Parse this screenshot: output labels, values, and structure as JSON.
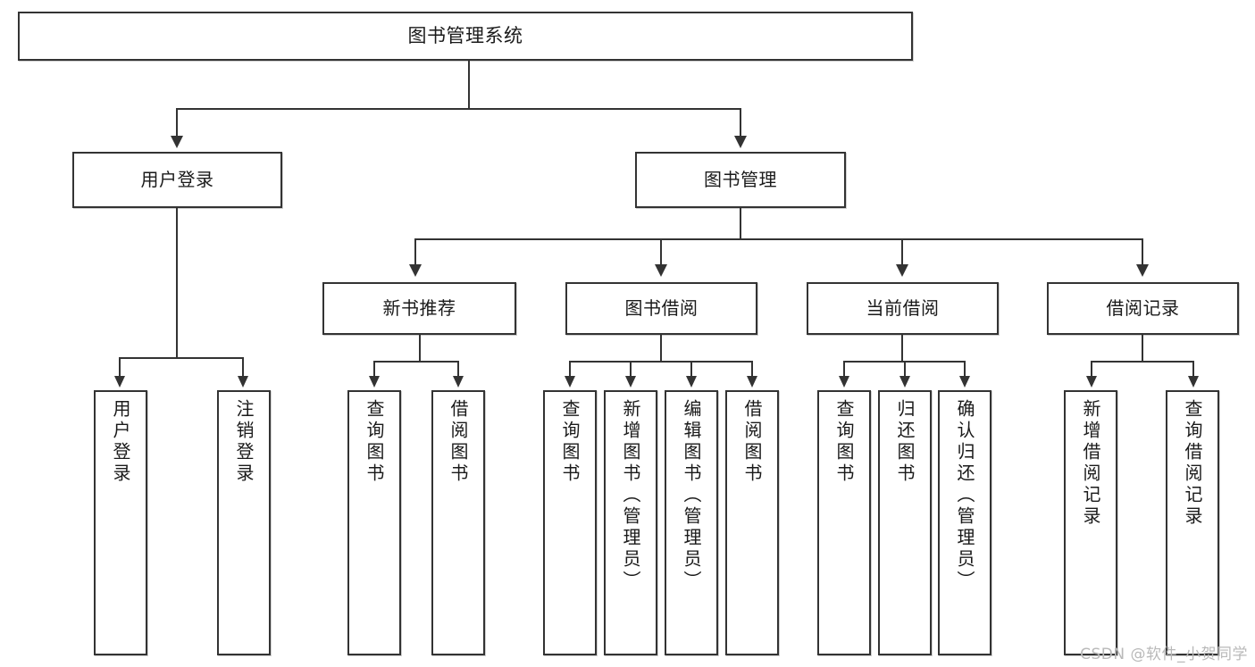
{
  "diagram": {
    "type": "tree",
    "title": "图书管理系统",
    "root": {
      "label": "图书管理系统"
    },
    "level2": [
      {
        "label": "用户登录"
      },
      {
        "label": "图书管理"
      }
    ],
    "level3": [
      {
        "label": "新书推荐"
      },
      {
        "label": "图书借阅"
      },
      {
        "label": "当前借阅"
      },
      {
        "label": "借阅记录"
      }
    ],
    "leaves": {
      "user_login": [
        {
          "label": "用户登录"
        },
        {
          "label": "注销登录"
        }
      ],
      "new_book_recommend": [
        {
          "label": "查询图书"
        },
        {
          "label": "借阅图书"
        }
      ],
      "book_borrow": [
        {
          "label": "查询图书"
        },
        {
          "label": "新增图书（管理员）"
        },
        {
          "label": "编辑图书（管理员）"
        },
        {
          "label": "借阅图书"
        }
      ],
      "current_borrow": [
        {
          "label": "查询图书"
        },
        {
          "label": "归还图书"
        },
        {
          "label": "确认归还（管理员）"
        }
      ],
      "borrow_record": [
        {
          "label": "新增借阅记录"
        },
        {
          "label": "查询借阅记录"
        }
      ]
    }
  },
  "watermark": {
    "text": "CSDN @软件_小贺同学"
  },
  "colors": {
    "line": "#333333",
    "box_fill": "#ffffff",
    "text": "#1a1a1a",
    "watermark": "#b9b9b9"
  }
}
